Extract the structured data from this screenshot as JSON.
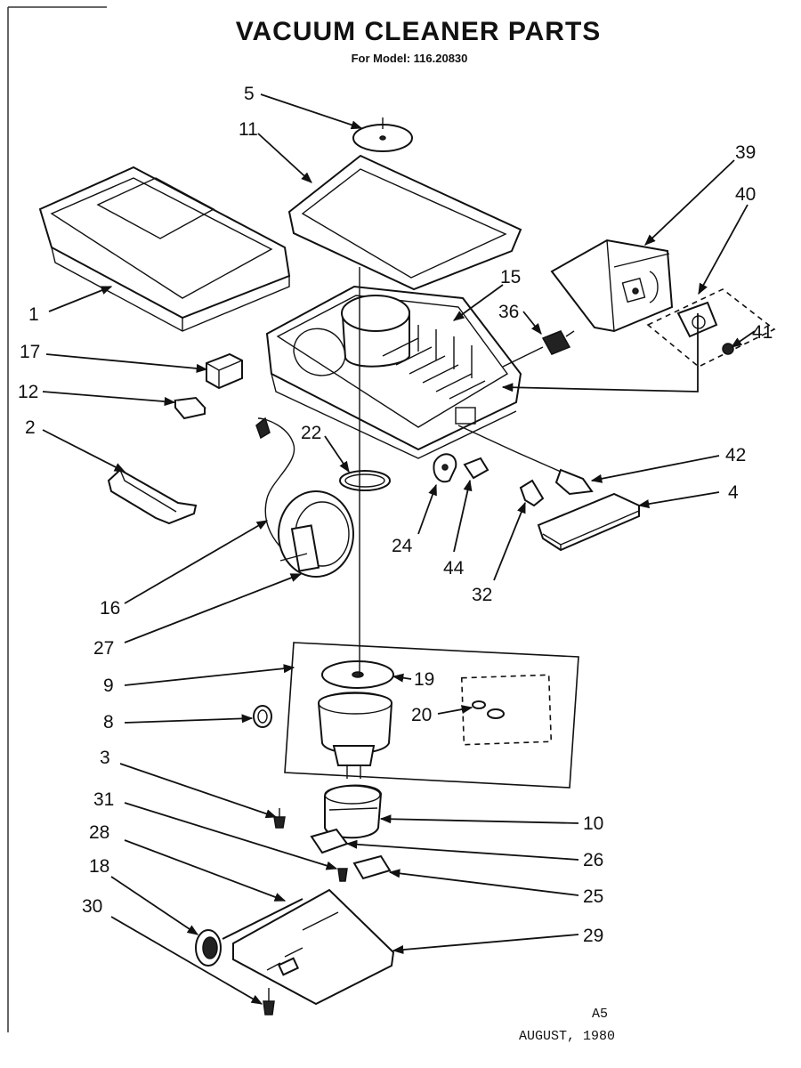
{
  "title": "VACUUM CLEANER PARTS",
  "model": "For Model: 116.20830",
  "footer": {
    "page": "A5",
    "date": "AUGUST, 1980"
  },
  "callouts": {
    "n1": "1",
    "n2": "2",
    "n3": "3",
    "n4": "4",
    "n5": "5",
    "n8": "8",
    "n9": "9",
    "n10": "10",
    "n11": "11",
    "n12": "12",
    "n15": "15",
    "n16": "16",
    "n17": "17",
    "n18": "18",
    "n19": "19",
    "n20": "20",
    "n22": "22",
    "n24": "24",
    "n25": "25",
    "n26": "26",
    "n27": "27",
    "n28": "28",
    "n29": "29",
    "n30": "30",
    "n31": "31",
    "n32": "32",
    "n36": "36",
    "n39": "39",
    "n40": "40",
    "n41": "41",
    "n42": "42",
    "n44": "44"
  }
}
